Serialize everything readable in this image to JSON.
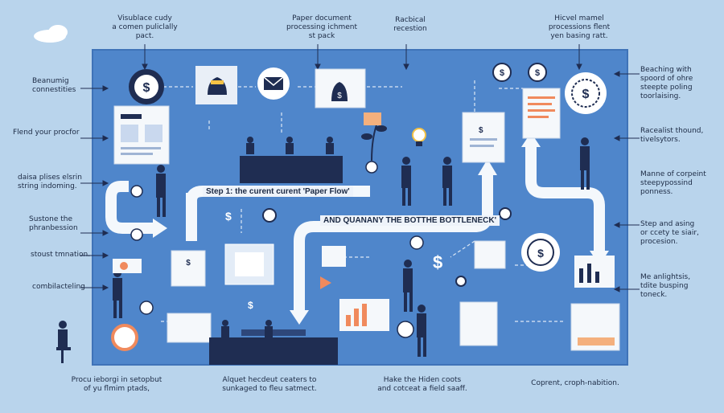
{
  "top_labels": {
    "t1": "Visublace cudy\na comen puliclally\npact.",
    "t2": "Paper document\nprocessing ichment\nst pack",
    "t3": "Racbical\nrecestion",
    "t4": "Hicvel mamel\nprocessions flent\nyen basing ratt."
  },
  "left_labels": {
    "l1": "Beanumig\nconnestities",
    "l2": "Flend your procfor",
    "l3": "daisa plises elsrin\nstring indoming.",
    "l4": "Sustone the\nphranbession",
    "l5": "stoust tmnation.",
    "l6": "combilacteling"
  },
  "right_labels": {
    "r1": "Beaching with\nspoord of ohre\nsteepte poling\ntoorlaising.",
    "r2": "Racealist thound,\ntivelsytors.",
    "r3": "Manne of corpeint\nsteepypossind\nponness.",
    "r4": "Step and asing\nor ccety te siair,\nprocesion.",
    "r5": "Me anlightsis,\ntdite busping\ntoneck."
  },
  "bottom_labels": {
    "b1": "Procu ieborgi in setopbut\nof yu flmim ptads,",
    "b2": "Alquet hecdeut ceaters to\nsunkaged to fleu satmect.",
    "b3": "Hake the Hiden coots\nand cotceat a field saaff.",
    "b4": "Coprent, croph-nabition."
  },
  "panel": {
    "step1": "Step 1: the curent curent 'Paper Flow'",
    "step2": "AND QUANANY THE BOTTHE BOTTLENECK'"
  },
  "colors": {
    "background": "#b9d4ec",
    "panel": "#4f86cb",
    "panel_dark": "#3f73b8",
    "arrow": "#f4f8fc",
    "navy": "#1f2d52",
    "accent_orange": "#f08a5d",
    "paper": "#f5f8fb"
  },
  "icons": [
    "dollar-gear-icon",
    "money-bag-icon",
    "envelope-money-icon",
    "dollar-coin-icon",
    "document-icon",
    "bar-chart-icon",
    "lightbulb-icon",
    "plant-icon",
    "cloud-icon",
    "clock-icon",
    "calculator-icon",
    "person-icon",
    "desk-icon",
    "stack-of-papers-icon",
    "target-icon"
  ]
}
